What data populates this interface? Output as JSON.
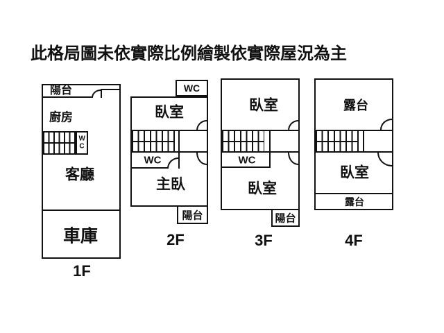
{
  "title": "此格局圖未依實際比例繪製依實際屋況為主",
  "colors": {
    "ink": "#111111",
    "background": "#ffffff"
  },
  "floors": {
    "f1": {
      "label": "1F",
      "balcony": "陽台",
      "kitchen": "廚房",
      "wc": "WC",
      "living_room": "客廳",
      "garage": "車庫"
    },
    "f2": {
      "label": "2F",
      "wc_top": "WC",
      "bedroom": "臥室",
      "wc": "WC",
      "master_bedroom": "主臥",
      "balcony": "陽台"
    },
    "f3": {
      "label": "3F",
      "bedroom_top": "臥室",
      "wc": "WC",
      "bedroom_bottom": "臥室",
      "balcony": "陽台"
    },
    "f4": {
      "label": "4F",
      "terrace_top": "露台",
      "bedroom": "臥室",
      "terrace_bottom": "露台"
    }
  }
}
